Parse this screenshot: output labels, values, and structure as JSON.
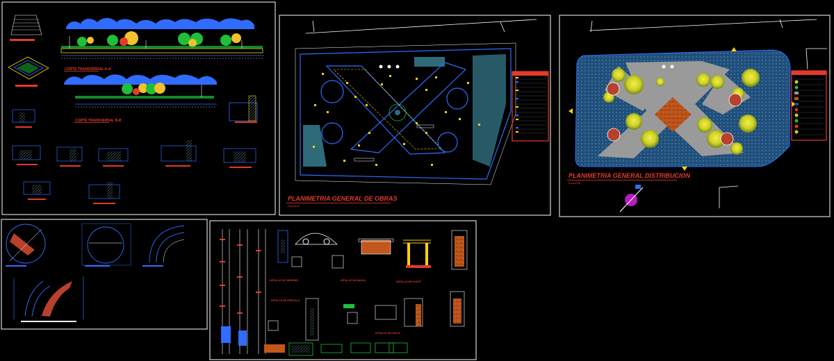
{
  "drawing": {
    "sheets": {
      "plan_obras": {
        "title": "PLANIMETRIA GENERAL DE OBRAS",
        "subtitle": "Esquema"
      },
      "plan_distribucion": {
        "title": "PLANIMETRIA GENERAL DISTRIBUCION",
        "subtitle": "Esquema"
      },
      "sections": {
        "cut_a": "CORTE TRANSVERSAL A-A",
        "cut_b": "CORTE TRANSVERSAL B-B"
      },
      "details": {
        "label_1": "DETALLE DE SARDINEL",
        "label_2": "DETALLE DE BANCA",
        "label_3": "DETALLE DE POSTE",
        "label_4": "DETALLE DE PERGOLA",
        "label_5": "DETALLE DE PILETA"
      }
    },
    "colors": {
      "background": "#000000",
      "frame": "#ffffff",
      "cad_blue": "#2f6cff",
      "cad_yellow": "#ffd400",
      "cad_red": "#e53a2a",
      "cad_green": "#1fbf3a",
      "water": "#1f4f7a",
      "paving": "#9a9a9a",
      "teal_area": "#2e6a78"
    }
  }
}
